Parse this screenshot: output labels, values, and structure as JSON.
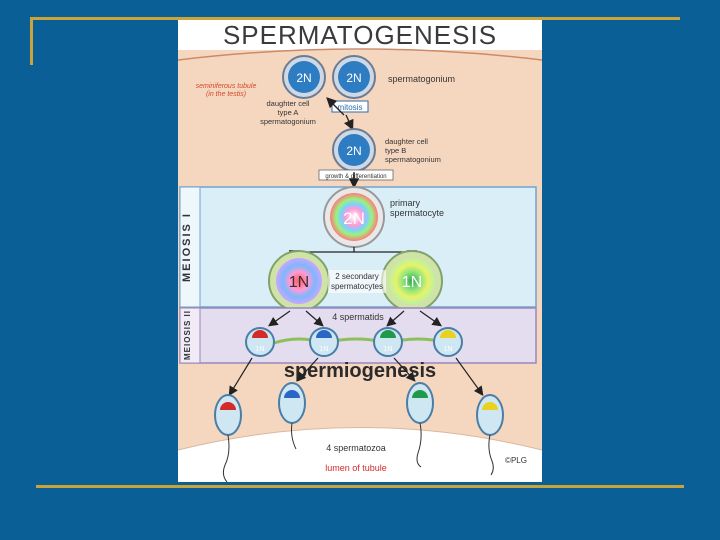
{
  "title": "SPERMATOGENESIS",
  "labels": {
    "seminiferous": "seminiferous tubule",
    "in_testis": "(in the testis)",
    "spermatogonium": "spermatogonium",
    "daughter_a_1": "daughter cell",
    "daughter_a_2": "type A",
    "daughter_a_3": "spermatogonium",
    "mitosis": "mitosis",
    "daughter_b_1": "daughter cell",
    "daughter_b_2": "type B",
    "daughter_b_3": "spermatogonium",
    "growth": "growth & differentiation",
    "meiosis1": "MEIOSIS I",
    "primary_1": "primary",
    "primary_2": "spermatocyte",
    "secondary_1": "2 secondary",
    "secondary_2": "spermatocytes",
    "meiosis2": "MEIOSIS II",
    "spermatids": "4 spermatids",
    "spermiogenesis": "spermiogenesis",
    "spermatozoa": "4 spermatozoa",
    "lumen": "lumen of tubule",
    "copyright": "©PLG"
  },
  "ploidy": {
    "cell_2n_a": "2N",
    "cell_2n_b": "2N",
    "cell_2n_c": "2N",
    "primary": "2N",
    "secondary_left": "1N",
    "secondary_right": "1N",
    "spermatid": "1N"
  },
  "colors": {
    "background": "#0a5f97",
    "frame_gold": "#c9a43a",
    "tubule_wall": "#f5d7c0",
    "cell_blue": "#2e7dc2",
    "band_blue": "#daeef8",
    "band_purple": "#e4dcef",
    "red": "#d42a2a",
    "blue": "#2a66c6",
    "green": "#1f9a4a",
    "yellow": "#e8d21f"
  }
}
